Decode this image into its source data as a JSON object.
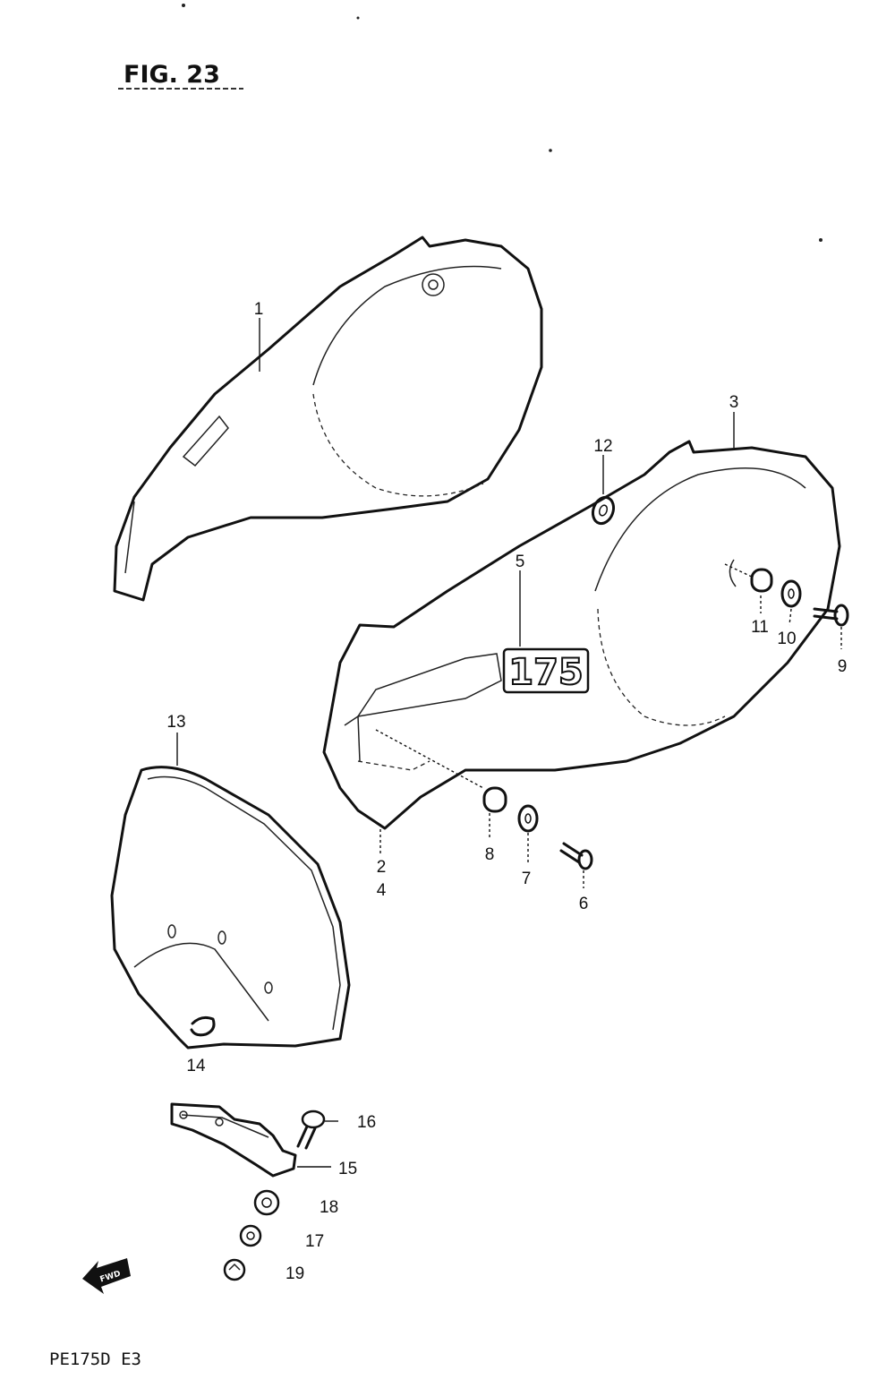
{
  "figure": {
    "title": "FIG. 23",
    "model_code": "PE175D  E3",
    "emblem_text": "175",
    "fwd_arrow_text": "FWD"
  },
  "callouts": {
    "c1": "1",
    "c2": "2",
    "c3": "3",
    "c4": "4",
    "c5": "5",
    "c6": "6",
    "c7": "7",
    "c8": "8",
    "c9": "9",
    "c10": "10",
    "c11": "11",
    "c12": "12",
    "c13": "13",
    "c14": "14",
    "c15": "15",
    "c16": "16",
    "c17": "17",
    "c18": "18",
    "c19": "19"
  }
}
